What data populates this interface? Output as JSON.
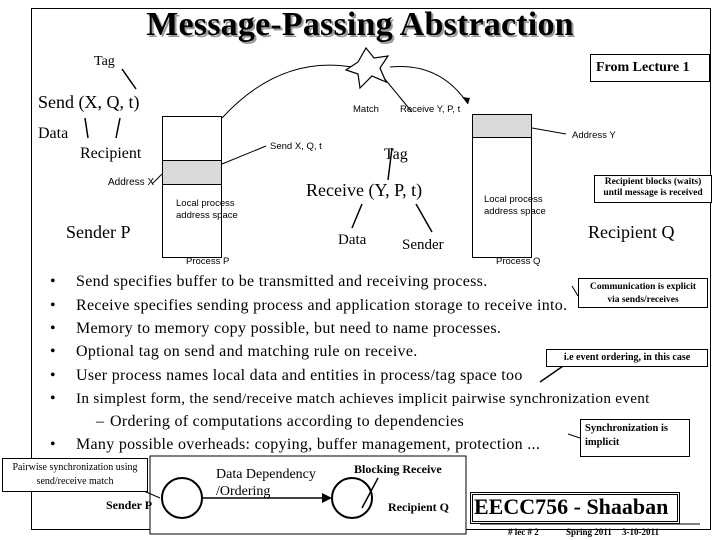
{
  "title": "Message-Passing Abstraction",
  "from_lecture": "From Lecture 1",
  "labels": {
    "tag": "Tag",
    "send_call": "Send (X, Q, t)",
    "data": "Data",
    "recipient": "Recipient",
    "address_x": "Address X",
    "local_process_address_space": "Local process address space",
    "sender_p": "Sender P",
    "process_p": "Process P",
    "match": "Match",
    "receive_small": "Receive Y, P, t",
    "send_small": "Send X, Q, t",
    "address_y": "Address Y",
    "tag2": "Tag",
    "receive_call": "Receive (Y, P, t)",
    "data2": "Data",
    "sender": "Sender",
    "local_process_address_space_q": "Local process address space",
    "recipient_q": "Recipient Q",
    "process_q": "Process Q",
    "recipient_blocks": "Recipient blocks (waits) until message is received"
  },
  "bullets": [
    "Send specifies buffer to be transmitted and receiving process.",
    "Receive specifies sending process and application storage to receive into.",
    "Memory to memory copy possible, but need to name processes.",
    "Optional tag on send and matching rule on receive.",
    "User process names local data and entities in process/tag space too",
    "In simplest form, the send/receive match achieves implicit pairwise synchronization event",
    "Ordering of computations according to dependencies",
    "Many possible overheads: copying, buffer management, protection ..."
  ],
  "notes": {
    "communication_explicit": "Communication is explicit via sends/receives",
    "event_ordering": "i.e event ordering, in this case",
    "sync_implicit": "Synchronization is implicit",
    "pairwise": "Pairwise synchronization using send/receive match"
  },
  "bottom": {
    "data_dependency": "Data Dependency /Ordering",
    "blocking_receive": "Blocking Receive",
    "sender_p": "Sender P",
    "recipient_q": "Recipient Q"
  },
  "footer": {
    "course": "EECC756 - Shaaban",
    "lec": "#  lec # 2",
    "term": "Spring 2011",
    "date": "3-10-2011"
  }
}
